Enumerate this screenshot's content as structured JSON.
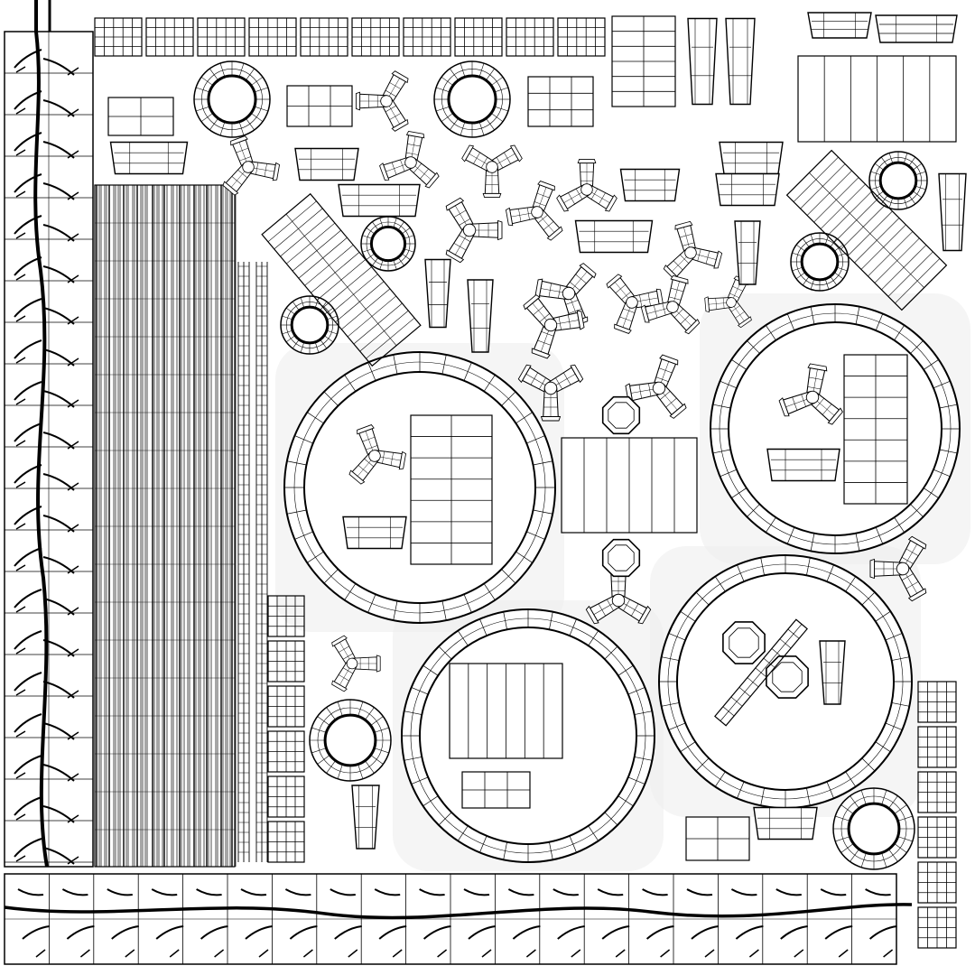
{
  "sheet": {
    "background": "#ffffff",
    "line_color": "#000000",
    "shade_color": "#ececec"
  },
  "islands": [
    {
      "kind": "vine-strip-vertical"
    },
    {
      "kind": "vine-strip-horizontal"
    },
    {
      "kind": "plank-stripes"
    },
    {
      "kind": "thin-rails"
    },
    {
      "kind": "grid-strip-top"
    },
    {
      "kind": "grid-column-right"
    },
    {
      "kind": "grid-column-mid"
    },
    {
      "kind": "large-ring",
      "count": 4
    },
    {
      "kind": "small-ring",
      "count": 8
    },
    {
      "kind": "y-branch",
      "count": 18
    },
    {
      "kind": "bracket",
      "count": 14
    },
    {
      "kind": "panel-grid",
      "count": 10
    },
    {
      "kind": "octagon",
      "count": 4
    },
    {
      "kind": "diagonal-plank",
      "count": 3
    }
  ]
}
